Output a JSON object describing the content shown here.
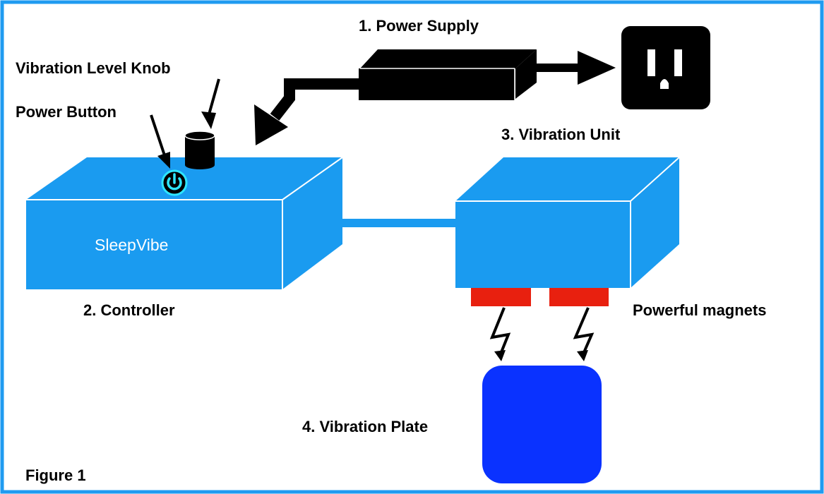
{
  "labels": {
    "power_supply": "1. Power Supply",
    "vibration_level_knob": "Vibration Level Knob",
    "power_button": "Power Button",
    "vibration_unit": "3. Vibration Unit",
    "controller": "2. Controller",
    "powerful_magnets": "Powerful magnets",
    "vibration_plate": "4. Vibration Plate",
    "figure": "Figure 1",
    "brand": "SleepVibe"
  },
  "colors": {
    "frame_border": "#1f9bf0",
    "box_face": "#1a9bf0",
    "box_side": "#128be0",
    "magnet": "#e8200f",
    "plate": "#0a32ff",
    "power_glow": "#2ee6ff",
    "ink": "#000000",
    "brand_text": "#ffffff"
  },
  "icons": [
    "power-icon",
    "electrical-outlet-icon",
    "lightning-bolt-icon"
  ]
}
